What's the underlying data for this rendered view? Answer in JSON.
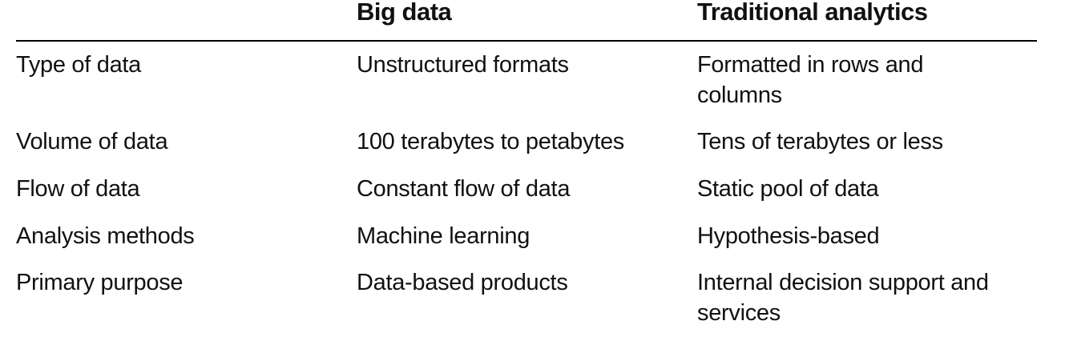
{
  "table": {
    "headers": [
      "",
      "Big data",
      "Traditional analytics"
    ],
    "rows": [
      {
        "label": "Type of data",
        "big_data": "Unstructured formats",
        "traditional": "Formatted in rows and columns"
      },
      {
        "label": "Volume of data",
        "big_data": "100 terabytes to petabytes",
        "traditional": "Tens of terabytes or less"
      },
      {
        "label": "Flow of data",
        "big_data": "Constant flow of data",
        "traditional": "Static pool of data"
      },
      {
        "label": "Analysis methods",
        "big_data": "Machine learning",
        "traditional": "Hypothesis-based"
      },
      {
        "label": "Primary purpose",
        "big_data": "Data-based products",
        "traditional": "Internal decision support and services"
      }
    ]
  }
}
